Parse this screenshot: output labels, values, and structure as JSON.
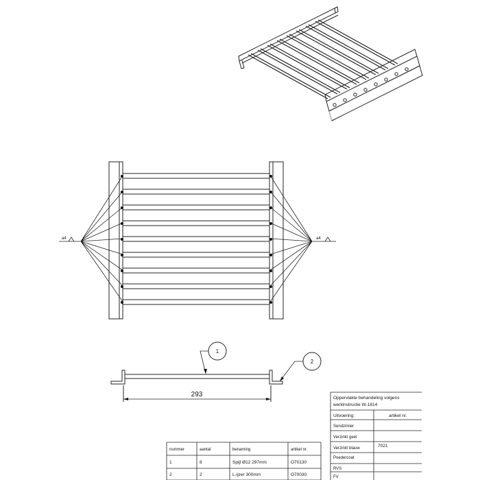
{
  "weld_symbol": {
    "left_label": "a4",
    "right_label": "a4"
  },
  "dimension": {
    "length": "293"
  },
  "balloons": [
    "1",
    "2"
  ],
  "surface_table": {
    "title_line1": "Oppervlakte behandeling volgens",
    "title_line2": "werkinstructie W-1814",
    "header": {
      "col1": "Uitvoering:",
      "col2": "artikel nr."
    },
    "rows": [
      {
        "label": "Sendzimier",
        "value": ""
      },
      {
        "label": "Verzinkt geel",
        "value": ""
      },
      {
        "label": "Verzinkt blauw",
        "value": "7021"
      },
      {
        "label": "Poedercoat",
        "value": ""
      },
      {
        "label": "RVS",
        "value": ""
      },
      {
        "label": "FV",
        "value": ""
      }
    ]
  },
  "parts_table": {
    "headers": [
      "nummer",
      "aantal",
      "benaming",
      "artikel nr."
    ],
    "rows": [
      [
        "1",
        "8",
        "Spijl Ø12 297mm",
        "O70130"
      ],
      [
        "2",
        "2",
        "L-ijzer 300mm",
        "O70030"
      ]
    ]
  }
}
